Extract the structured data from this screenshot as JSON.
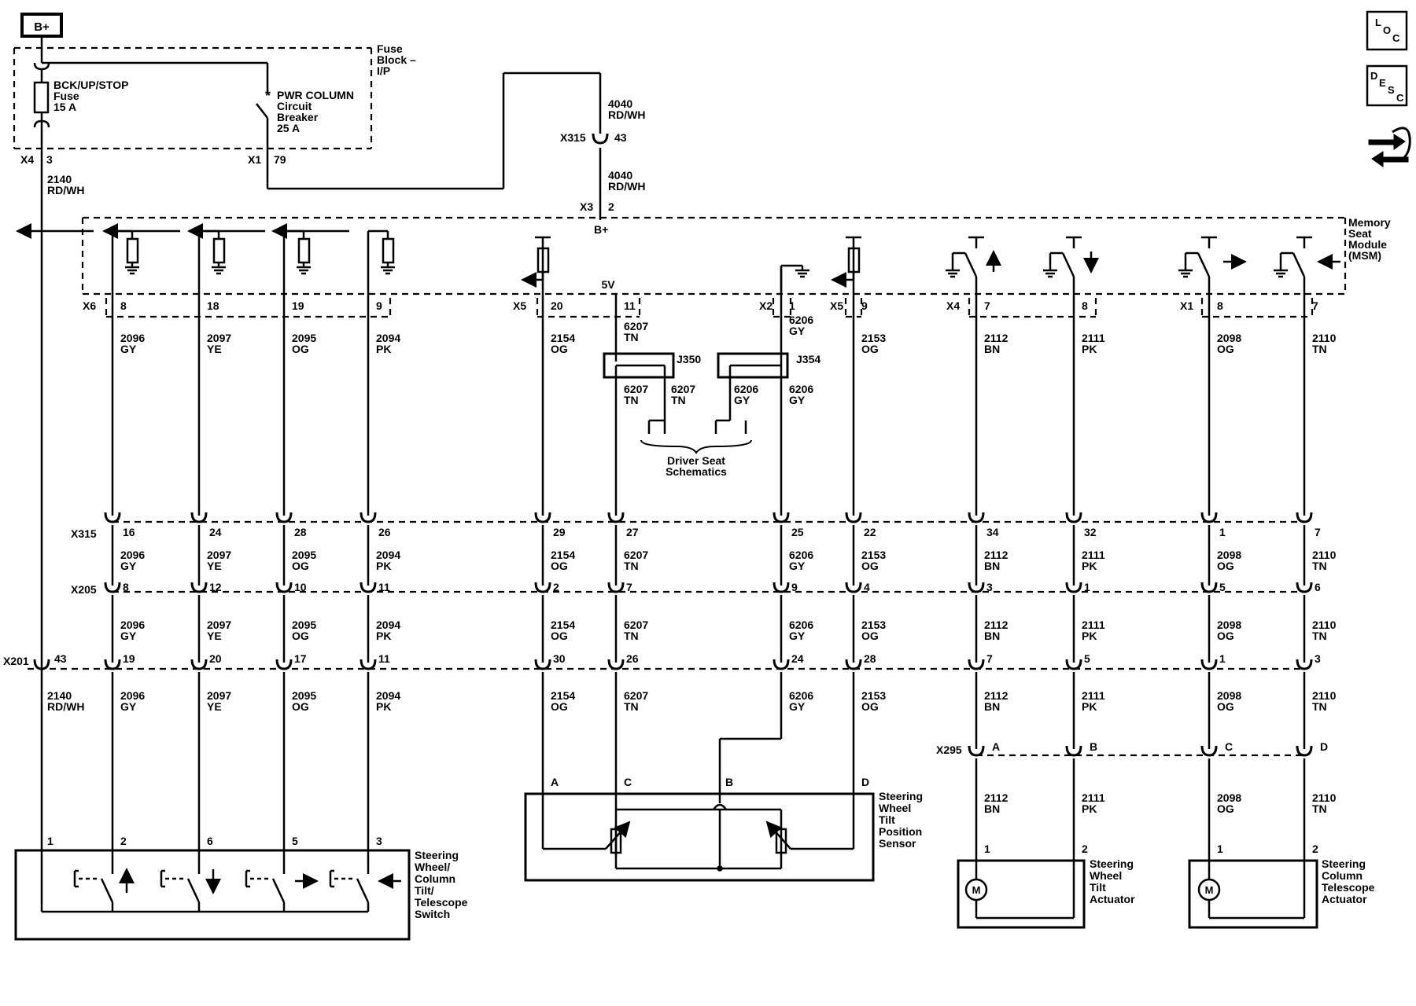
{
  "power_source": "B+",
  "fuse_block": {
    "title": [
      "Fuse",
      "Block –",
      "I/P"
    ],
    "fuse_label": [
      "BCK/UP/STOP",
      "Fuse",
      "15 A"
    ],
    "breaker_label": [
      "PWR COLUMN",
      "Circuit",
      "Breaker",
      "25 A"
    ],
    "breaker_symbol": "*",
    "x4_connector": "X4",
    "x4_pin": "3",
    "x1_connector": "X1",
    "x1_pin": "79"
  },
  "feed_wire": {
    "circuit": "2140",
    "color": "RD/WH"
  },
  "breaker_feed": {
    "circuit": "4040",
    "color": "RD/WH",
    "inline_connector": "X315",
    "inline_pin": "43",
    "module_connector": "X3",
    "module_pin": "2",
    "module_pin_name": "B+"
  },
  "module": {
    "name": [
      "Memory",
      "Seat",
      "Module",
      "(MSM)"
    ]
  },
  "connector_groups": [
    {
      "label": "X6"
    },
    {
      "label": "X5"
    },
    {
      "label": "X2"
    },
    {
      "label": "X5"
    },
    {
      "label": "X4"
    },
    {
      "label": "X1"
    }
  ],
  "reference_5v": "5V",
  "wires": [
    {
      "module_pin": "8",
      "circuit": "2096",
      "color": "GY",
      "x315": "16",
      "x205": "8",
      "x201": "19",
      "switch_pin": "2"
    },
    {
      "module_pin": "18",
      "circuit": "2097",
      "color": "YE",
      "x315": "24",
      "x205": "12",
      "x201": "20",
      "switch_pin": "6"
    },
    {
      "module_pin": "19",
      "circuit": "2095",
      "color": "OG",
      "x315": "28",
      "x205": "10",
      "x201": "17",
      "switch_pin": "5"
    },
    {
      "module_pin": "9",
      "circuit": "2094",
      "color": "PK",
      "x315": "26",
      "x205": "11",
      "x201": "11",
      "switch_pin": "3"
    },
    {
      "module_pin": "20",
      "circuit": "2154",
      "color": "OG",
      "x315": "29",
      "x205": "2",
      "x201": "30",
      "sensor_pin": "A"
    },
    {
      "module_pin": "11",
      "circuit": "6207",
      "color": "TN",
      "x315": "27",
      "x205": "7",
      "x201": "26",
      "sensor_pin": "C"
    },
    {
      "module_pin": "1",
      "circuit": "6206",
      "color": "GY",
      "x315": "25",
      "x205": "9",
      "x201": "24",
      "sensor_pin": "B"
    },
    {
      "module_pin": "9",
      "circuit": "2153",
      "color": "OG",
      "x315": "22",
      "x205": "4",
      "x201": "28",
      "sensor_pin": "D"
    },
    {
      "module_pin": "7",
      "circuit": "2112",
      "color": "BN",
      "x315": "34",
      "x205": "3",
      "x201": "7",
      "x295": "A",
      "actuator_pin": "1"
    },
    {
      "module_pin": "8",
      "circuit": "2111",
      "color": "PK",
      "x315": "32",
      "x205": "1",
      "x201": "5",
      "x295": "B",
      "actuator_pin": "2"
    },
    {
      "module_pin": "8",
      "circuit": "2098",
      "color": "OG",
      "x315": "1",
      "x205": "5",
      "x201": "1",
      "x295": "C",
      "actuator_pin": "1"
    },
    {
      "module_pin": "7",
      "circuit": "2110",
      "color": "TN",
      "x315": "7",
      "x205": "6",
      "x201": "3",
      "x295": "D",
      "actuator_pin": "2"
    }
  ],
  "inline_connectors": {
    "x315": "X315",
    "x205": "X205",
    "x201": "X201",
    "x295": "X295"
  },
  "x201_feed_pin": "43",
  "splices": [
    {
      "name": "J350",
      "circuit": "6207",
      "color": "TN"
    },
    {
      "name": "J354",
      "circuit": "6206",
      "color": "GY"
    }
  ],
  "splice_destination": [
    "Driver Seat",
    "Schematics"
  ],
  "switch_component": {
    "name": [
      "Steering",
      "Wheel/",
      "Column",
      "Tilt/",
      "Telescope",
      "Switch"
    ],
    "feed_pin": "1"
  },
  "sensor_component": {
    "name": [
      "Steering",
      "Wheel",
      "Tilt",
      "Position",
      "Sensor"
    ]
  },
  "tilt_actuator": {
    "name": [
      "Steering",
      "Wheel",
      "Tilt",
      "Actuator"
    ],
    "motor_symbol": "M"
  },
  "telescope_actuator": {
    "name": [
      "Steering",
      "Column",
      "Telescope",
      "Actuator"
    ],
    "motor_symbol": "M"
  },
  "nav_icons": [
    {
      "name": "location-icon",
      "letters": [
        "L",
        "O",
        "C"
      ]
    },
    {
      "name": "description-icon",
      "letters": [
        "D",
        "E",
        "S",
        "C"
      ]
    },
    {
      "name": "service-arrows-icon"
    }
  ]
}
